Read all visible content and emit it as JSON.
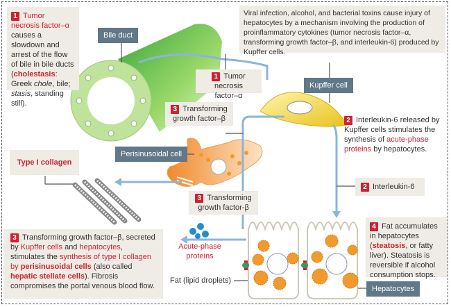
{
  "box1": {
    "badge": "1",
    "red_lead": "Tumor necrosis factor–α",
    "text1": " causes a slowdown and arrest of the flow of bile in bile ducts (",
    "term": "cholestasis",
    "text2": ": Greek ",
    "chole": "chole",
    "text3": ", bile; ",
    "stasis": "stasis",
    "text4": ", standing still)."
  },
  "intro": "Viral infection, alcohol, and bacterial toxins cause injury of hepatocytes by a mechanism involving the production of proinflammatory cytokines (tumor necrosis factor–α, transforming growth factor–β, and interleukin-6) produced by Kupffer cells.",
  "labels": {
    "bile_duct": "Bile duct",
    "kupffer_cell": "Kupffer cell",
    "perisinusoidal_cell": "Perisinusoidal cell",
    "hepatocytes": "Hepatocytes"
  },
  "callouts": {
    "tnf": {
      "badge": "1",
      "line1": "Tumor necrosis",
      "line2": "factor–α"
    },
    "tgf_top": {
      "badge": "3",
      "line1": "Transforming",
      "line2": "growth factor–β"
    },
    "tgf_bottom": {
      "badge": "3",
      "line1": "Transforming",
      "line2": "growth factor-β"
    },
    "il6": {
      "badge": "2",
      "text": "Interleukin-6"
    },
    "type1_collagen": "Type I collagen"
  },
  "box2": {
    "badge": "2",
    "text1": "Interleukin-6 released by Kupffer cells stimulates the synthesis of ",
    "red": "acute-phase proteins",
    "text2": " by hepatocytes."
  },
  "box3": {
    "badge": "3",
    "t1": "Transforming growth factor–β, secreted by ",
    "r1": "Kupffer cells",
    "t2": " and ",
    "r2": "hepatocytes",
    "t3": ", stimulates the ",
    "r3": "synthesis of type I collagen by ",
    "r4": "perisinusoidal cells",
    "t4": " (also called ",
    "r5": "hepatic stellate cells",
    "t5": "). Fibrosis compromises the portal venous blood flow."
  },
  "box4": {
    "badge": "4",
    "t1": "Fat accumulates in hepatocytes (",
    "red": "steatosis",
    "t2": ", or fatty liver). Steatosis is reversible if alcohol consumption stops."
  },
  "acute_phase": {
    "line1": "Acute-phase",
    "line2": "proteins"
  },
  "fat_label": "Fat (lipid droplets)",
  "colors": {
    "accent_red": "#cc2233",
    "label_slate": "#607888",
    "arrow_blue": "#8cb4dc",
    "fat_orange": "#f39a2e",
    "duct_green": "#8fcf5c",
    "kupffer_yellow": "#f2d23a"
  }
}
